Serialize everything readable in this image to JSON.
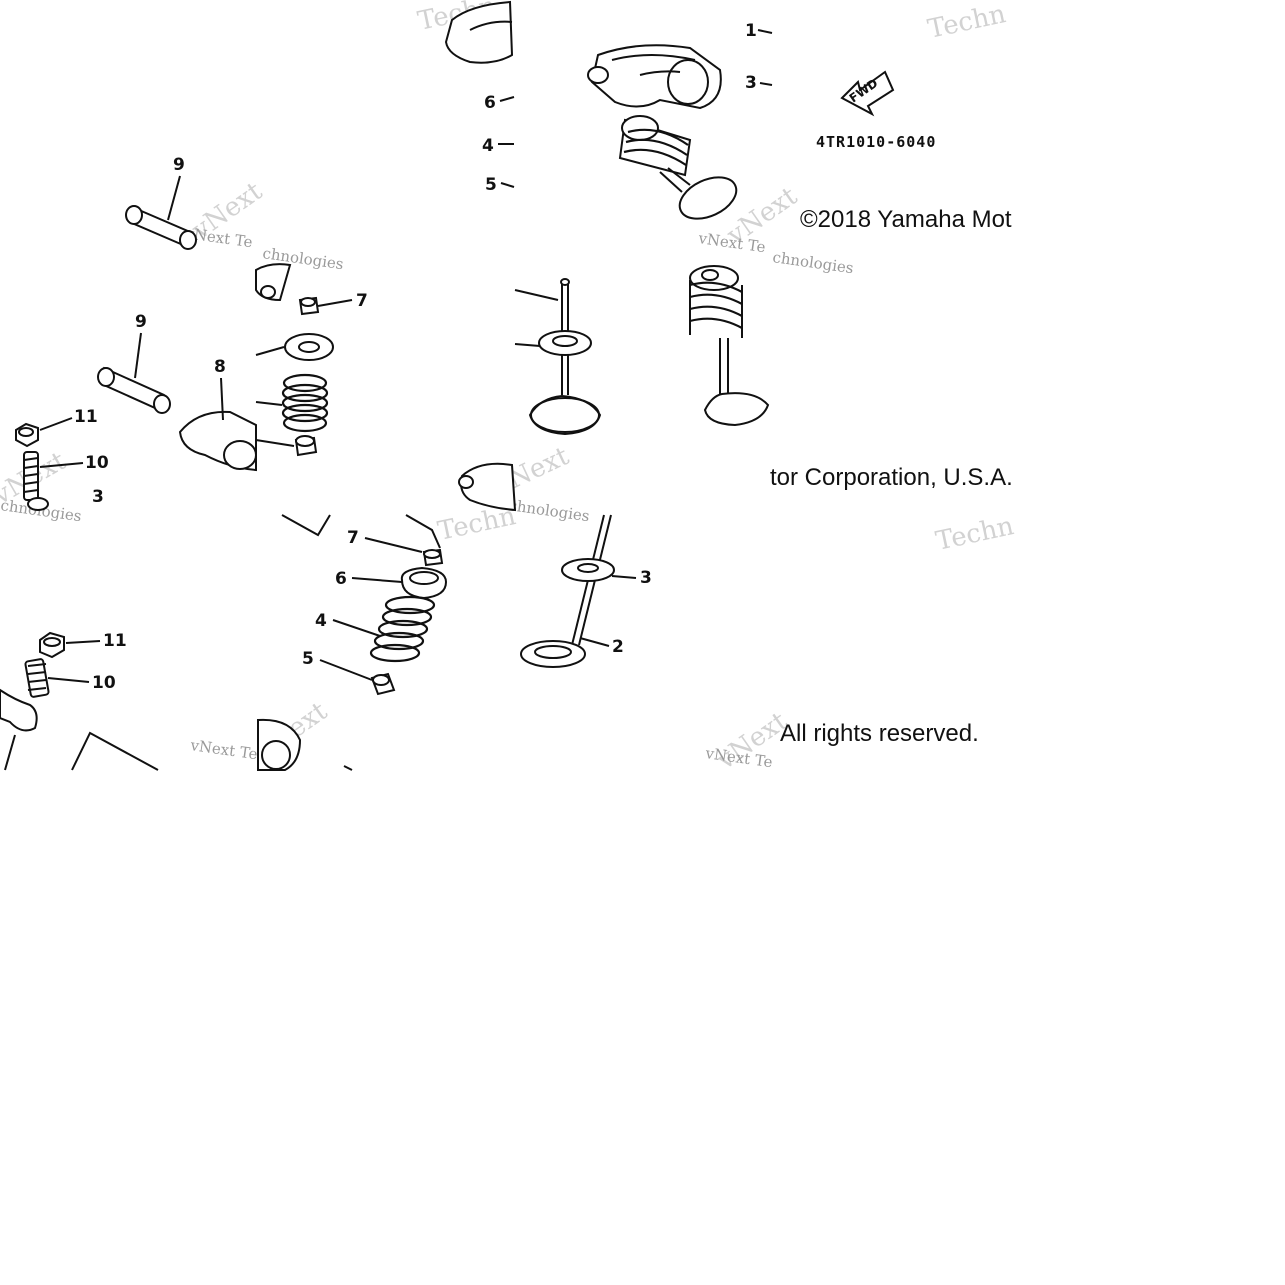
{
  "diagram": {
    "part_code": "4TR1010-6040",
    "fwd_label": "FWD",
    "copyright": {
      "line1": "©2018 Yamaha Mot",
      "line2": "tor Corporation, U.S.A.",
      "line3": "All rights reserved."
    },
    "callouts": {
      "top_1": "1",
      "top_3": "3",
      "top_6": "6",
      "top_4": "4",
      "top_5": "5",
      "left_9a": "9",
      "left_9b": "9",
      "left_8": "8",
      "left_7": "7",
      "left_11a": "11",
      "left_10a": "10",
      "left_3": "3",
      "mid_7": "7",
      "mid_6": "6",
      "mid_4": "4",
      "mid_5": "5",
      "mid_3": "3",
      "mid_2": "2",
      "low_11": "11",
      "low_10": "10"
    },
    "watermarks": {
      "logo_a": "vNext",
      "logo_b": "Techn",
      "text_a": "vNext Te",
      "text_b": "chnologies",
      "text_c": "vNext Technologies"
    },
    "icons": [
      "fwd-arrow-icon",
      "rocker-arm-icon",
      "valve-icon",
      "valve-spring-icon",
      "rocker-shaft-icon",
      "adjuster-screw-icon",
      "locknut-icon"
    ]
  }
}
